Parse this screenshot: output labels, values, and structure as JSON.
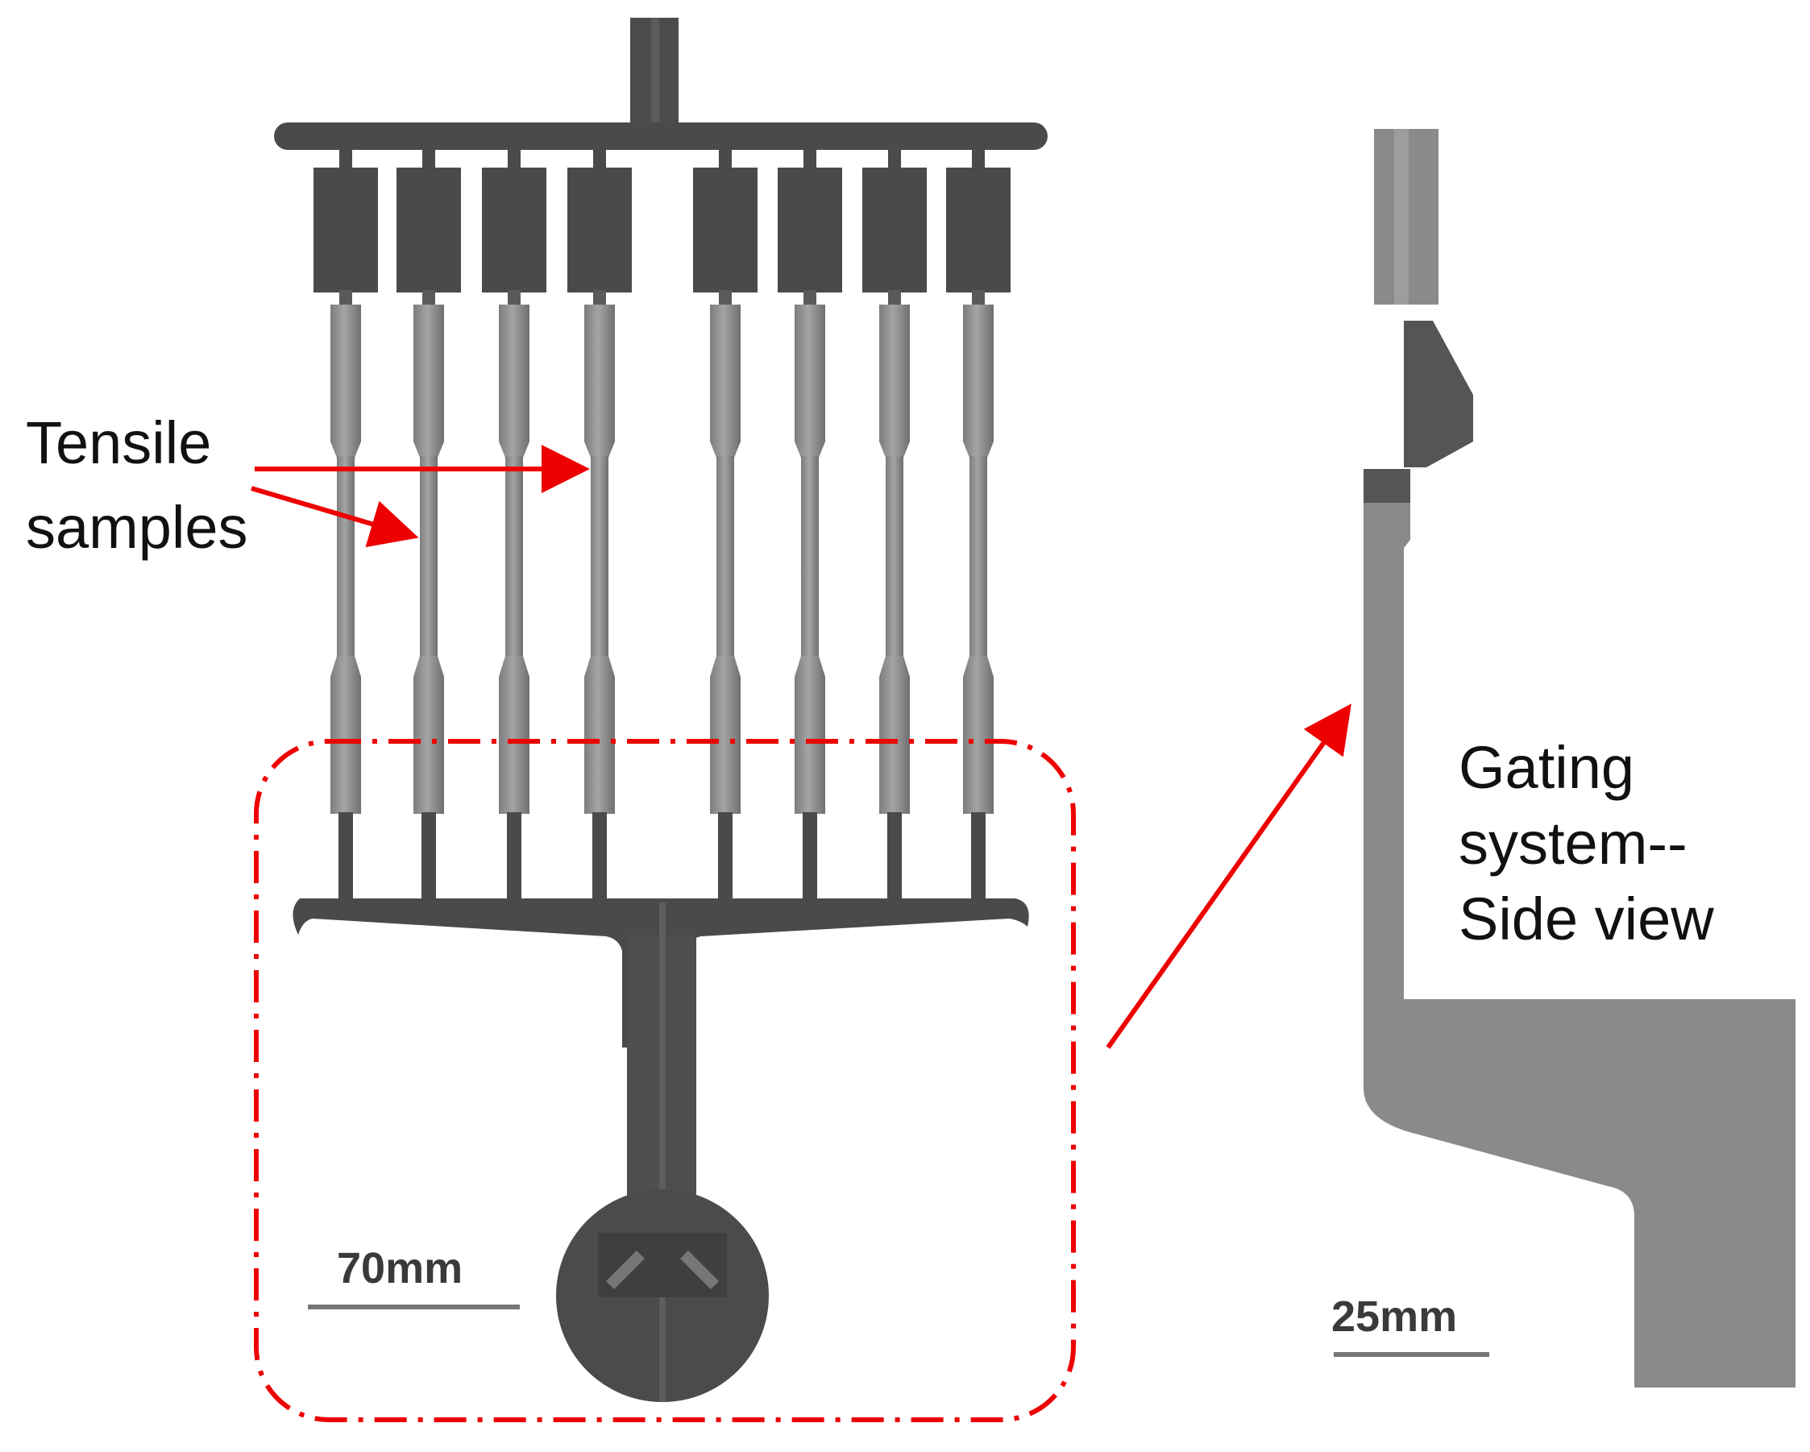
{
  "figure": {
    "labels": {
      "tensile_line1": "Tensile",
      "tensile_line2": "samples",
      "gating_line1": "Gating",
      "gating_line2": "system--",
      "gating_line3": "Side view"
    },
    "scale_bars": {
      "front": "70mm",
      "side": "25mm"
    },
    "sample_count": 8,
    "colors": {
      "dark_part": "#4a4a4a",
      "sample": "#8c8c8c",
      "sample_highlight": "#a6a6a6",
      "side_view": "#8a8a8a",
      "annotation": "#ee0000",
      "scale_bar": "#777777"
    }
  }
}
